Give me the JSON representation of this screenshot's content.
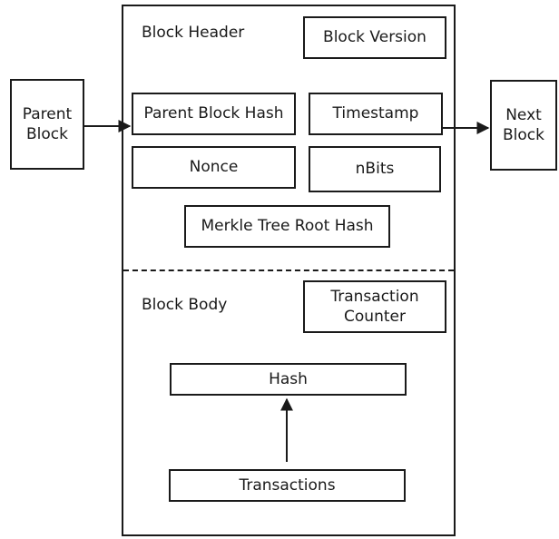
{
  "diagram": {
    "parent_block": [
      "Parent",
      "Block"
    ],
    "next_block": [
      "Next",
      "Block"
    ],
    "header": {
      "title": "Block Header",
      "block_version": "Block Version",
      "parent_block_hash": "Parent Block Hash",
      "timestamp": "Timestamp",
      "nonce": "Nonce",
      "nbits": "nBits",
      "merkle_root": "Merkle Tree Root Hash"
    },
    "body": {
      "title": "Block Body",
      "transaction_counter": [
        "Transaction",
        "Counter"
      ],
      "hash": "Hash",
      "transactions": "Transactions"
    }
  }
}
